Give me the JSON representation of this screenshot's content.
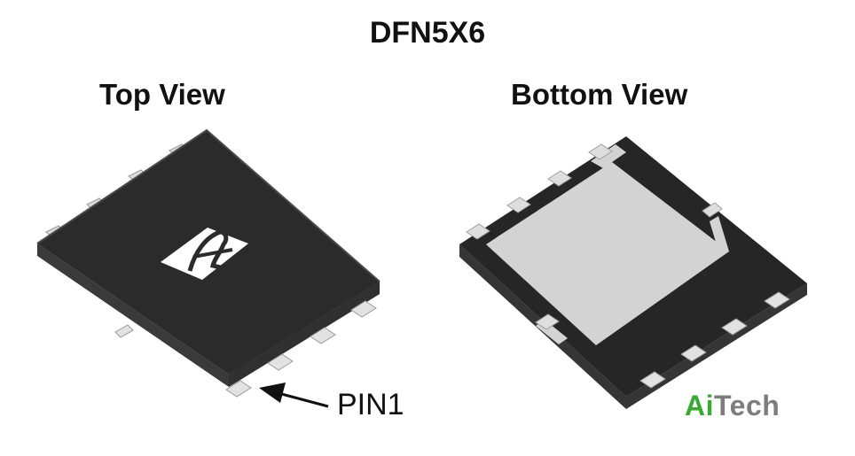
{
  "title": "DFN5X6",
  "views": {
    "top_label": "Top View",
    "bottom_label": "Bottom View"
  },
  "pin1_label": "PIN1",
  "watermark": {
    "part1": "Ai",
    "part2": "Tech",
    "color_part1": "#3aaa35",
    "color_part2": "#7d7d7d"
  },
  "colors": {
    "package_body": "#2b2b2b",
    "package_side": "#3e3e3e",
    "pad": "#d2d2d2",
    "pin": "#e0e0e0"
  },
  "icons": {
    "logo": "ao-logo-icon",
    "arrow": "pointer-arrow-icon"
  }
}
